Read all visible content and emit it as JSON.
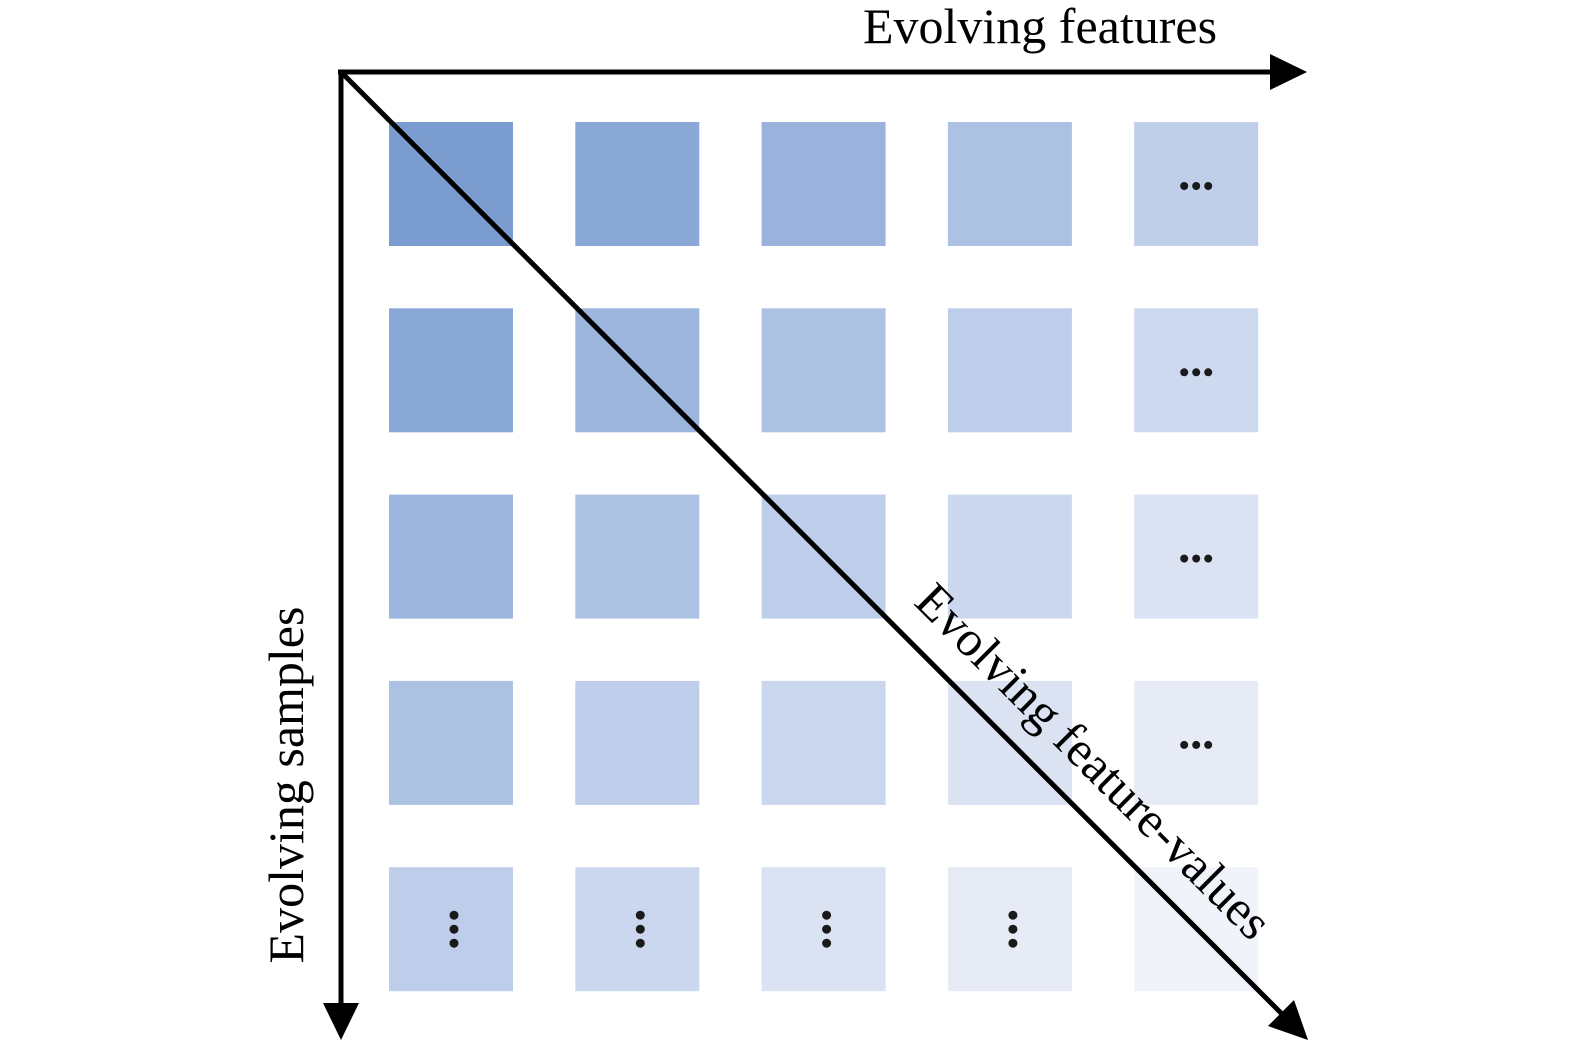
{
  "labels": {
    "features_axis": "Evolving features",
    "samples_axis": "Evolving samples",
    "diagonal_axis": "Evolving feature-values"
  },
  "colors": {
    "axis": "#000000",
    "dots": "#1a1a1a"
  },
  "grid": {
    "rows": [
      {
        "cells": [
          {
            "color": "#7b9ccf",
            "mark": ""
          },
          {
            "color": "#8aa8d6",
            "mark": ""
          },
          {
            "color": "#9ab3dc",
            "mark": ""
          },
          {
            "color": "#adc1e3",
            "mark": ""
          },
          {
            "color": "#bfcee9",
            "mark": "horizontal-ellipsis"
          }
        ]
      },
      {
        "cells": [
          {
            "color": "#8aa8d6",
            "mark": ""
          },
          {
            "color": "#9cb5dd",
            "mark": ""
          },
          {
            "color": "#adc1e3",
            "mark": ""
          },
          {
            "color": "#bdcdea",
            "mark": ""
          },
          {
            "color": "#cdd9ef",
            "mark": "horizontal-ellipsis"
          }
        ]
      },
      {
        "cells": [
          {
            "color": "#9cb5dd",
            "mark": ""
          },
          {
            "color": "#adc1e3",
            "mark": ""
          },
          {
            "color": "#bdcdea",
            "mark": ""
          },
          {
            "color": "#cbd7ee",
            "mark": ""
          },
          {
            "color": "#dbe2f2",
            "mark": "horizontal-ellipsis"
          }
        ]
      },
      {
        "cells": [
          {
            "color": "#adc1e3",
            "mark": ""
          },
          {
            "color": "#bdcdea",
            "mark": ""
          },
          {
            "color": "#cbd7ee",
            "mark": ""
          },
          {
            "color": "#dbe2f2",
            "mark": ""
          },
          {
            "color": "#e6ebf6",
            "mark": "horizontal-ellipsis"
          }
        ]
      },
      {
        "cells": [
          {
            "color": "#bdcdea",
            "mark": "vertical-ellipsis"
          },
          {
            "color": "#cbd7ee",
            "mark": "vertical-ellipsis"
          },
          {
            "color": "#dbe2f2",
            "mark": "vertical-ellipsis"
          },
          {
            "color": "#e6ebf6",
            "mark": "vertical-ellipsis"
          },
          {
            "color": "#f0f3f9",
            "mark": ""
          }
        ]
      }
    ]
  }
}
